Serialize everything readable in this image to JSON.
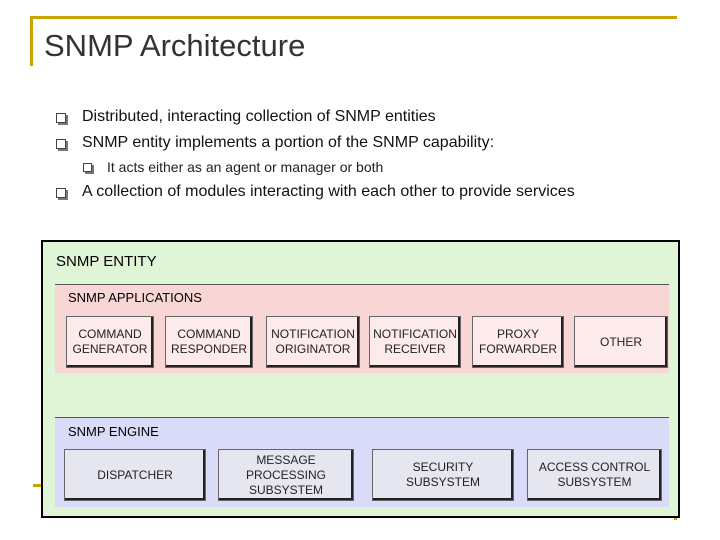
{
  "slide": {
    "title": "SNMP Architecture",
    "bullets": [
      "Distributed, interacting collection of SNMP entities",
      "SNMP entity implements a portion of the SNMP capability:",
      "It acts either as an agent or manager or both",
      "A collection of modules interacting with each other to provide services"
    ]
  },
  "diagram": {
    "entity_label": "SNMP ENTITY",
    "applications": {
      "label": "SNMP APPLICATIONS",
      "modules": [
        "COMMAND\nGENERATOR",
        "COMMAND\nRESPONDER",
        "NOTIFICATION\nORIGINATOR",
        "NOTIFICATION\nRECEIVER",
        "PROXY\nFORWARDER",
        "OTHER"
      ]
    },
    "engine": {
      "label": "SNMP ENGINE",
      "modules": [
        "DISPATCHER",
        "MESSAGE PROCESSING\nSUBSYSTEM",
        "SECURITY\nSUBSYSTEM",
        "ACCESS CONTROL\nSUBSYSTEM"
      ]
    }
  },
  "colors": {
    "accent_rule": "#c8a400",
    "entity_bg": "#dff5d5",
    "applications_bg": "#f9d6d6",
    "engine_bg": "#d8dcf8"
  }
}
